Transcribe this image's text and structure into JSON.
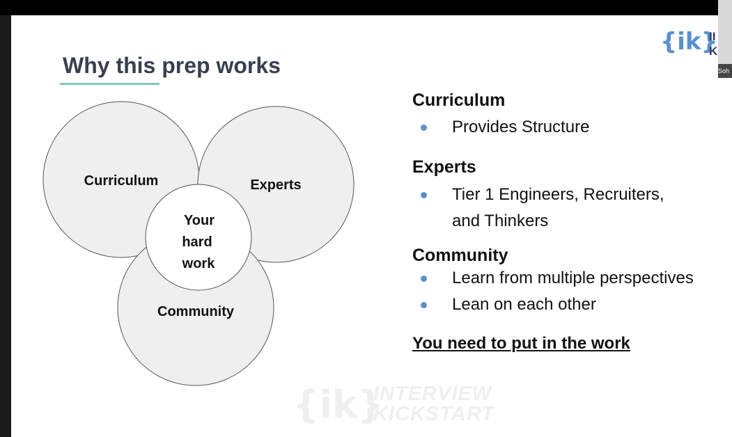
{
  "slide": {
    "title": "Why this prep works",
    "logo": {
      "brace_text": "{ik}",
      "brand_line1": "II",
      "brand_line2": "K"
    },
    "venn": {
      "curriculum": "Curriculum",
      "experts": "Experts",
      "community": "Community",
      "center_lines": [
        "Your",
        "hard",
        "work"
      ]
    },
    "sections": [
      {
        "heading": "Curriculum",
        "bullets": [
          "Provides Structure"
        ]
      },
      {
        "heading": "Experts",
        "bullets": [
          "Tier 1 Engineers, Recruiters,",
          "and  Thinkers"
        ]
      },
      {
        "heading": "Community",
        "bullets": [
          "Learn from multiple perspectives",
          "Lean on each other"
        ]
      }
    ],
    "call_to_action": "You need to put in the work",
    "watermark": {
      "brace": "{ik}",
      "line1": "INTERVIEW",
      "line2": "KICKSTART"
    }
  },
  "participant": {
    "name": "Soh"
  },
  "colors": {
    "accent_underline": "#7fc8b6",
    "bullet": "#5d8fcb",
    "circle_fill": "#efefef",
    "title": "#3a3f4f"
  }
}
